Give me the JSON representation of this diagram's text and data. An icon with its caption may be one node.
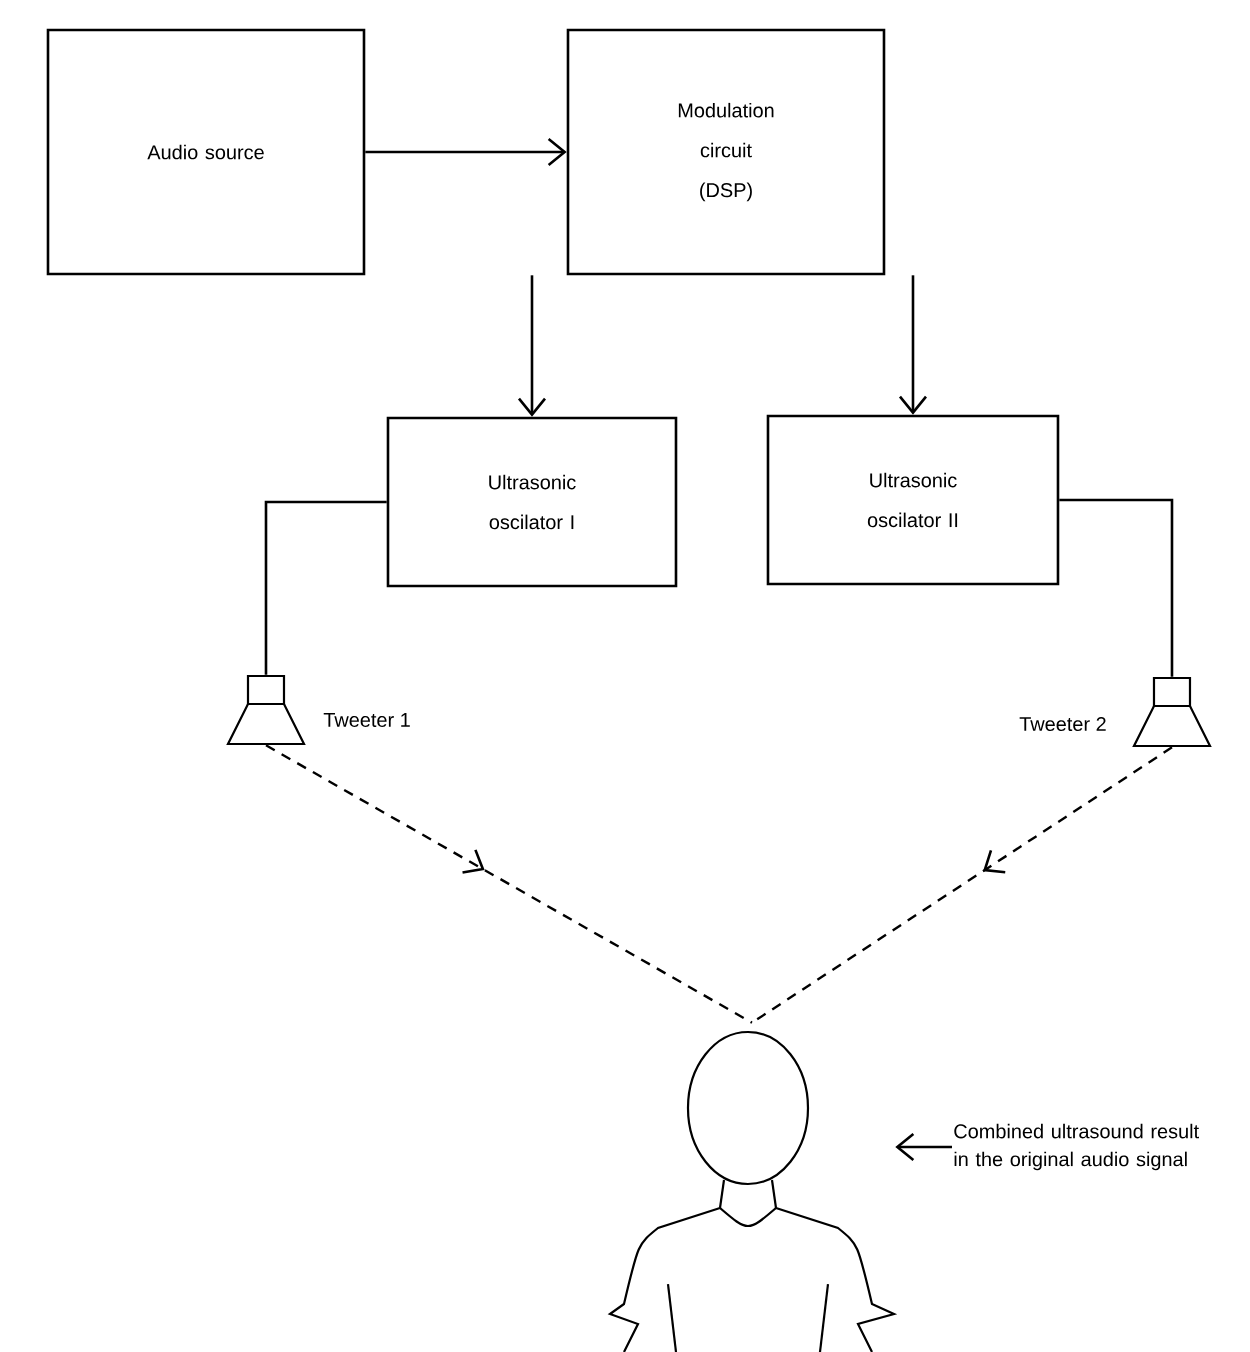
{
  "diagram": {
    "nodes": [
      {
        "text": [
          "Audio source"
        ]
      },
      {
        "text": [
          "Modulation circuit (DSP)"
        ]
      },
      {
        "text": [
          "Ultrasonic oscilator I"
        ]
      },
      {
        "text": [
          "Ultrasonic oscilator II"
        ]
      },
      {
        "text": [],
        "shape": "speaker",
        "beside": [
          "Tweeter 1"
        ]
      },
      {
        "text": [],
        "shape": "speaker",
        "beside": [
          "Tweeter 2"
        ]
      },
      {
        "text": [],
        "shape": "person"
      },
      {
        "text": [
          "Combined ultrasound result in the original audio signal"
        ]
      }
    ],
    "edges": [
      {
        "from": 0,
        "to": 1,
        "arrow": "to"
      },
      {
        "from": 1,
        "to": 2,
        "arrow": "to"
      },
      {
        "from": 1,
        "to": 3,
        "arrow": "to"
      },
      {
        "from": 2,
        "to": 4,
        "arrow": "none"
      },
      {
        "from": 3,
        "to": 5,
        "arrow": "none"
      },
      {
        "from": 4,
        "to": 6,
        "arrow": "to",
        "style": "dashed"
      },
      {
        "from": 5,
        "to": 6,
        "arrow": "to",
        "style": "dashed"
      },
      {
        "from": 7,
        "to": 6,
        "arrow": "to"
      }
    ]
  }
}
